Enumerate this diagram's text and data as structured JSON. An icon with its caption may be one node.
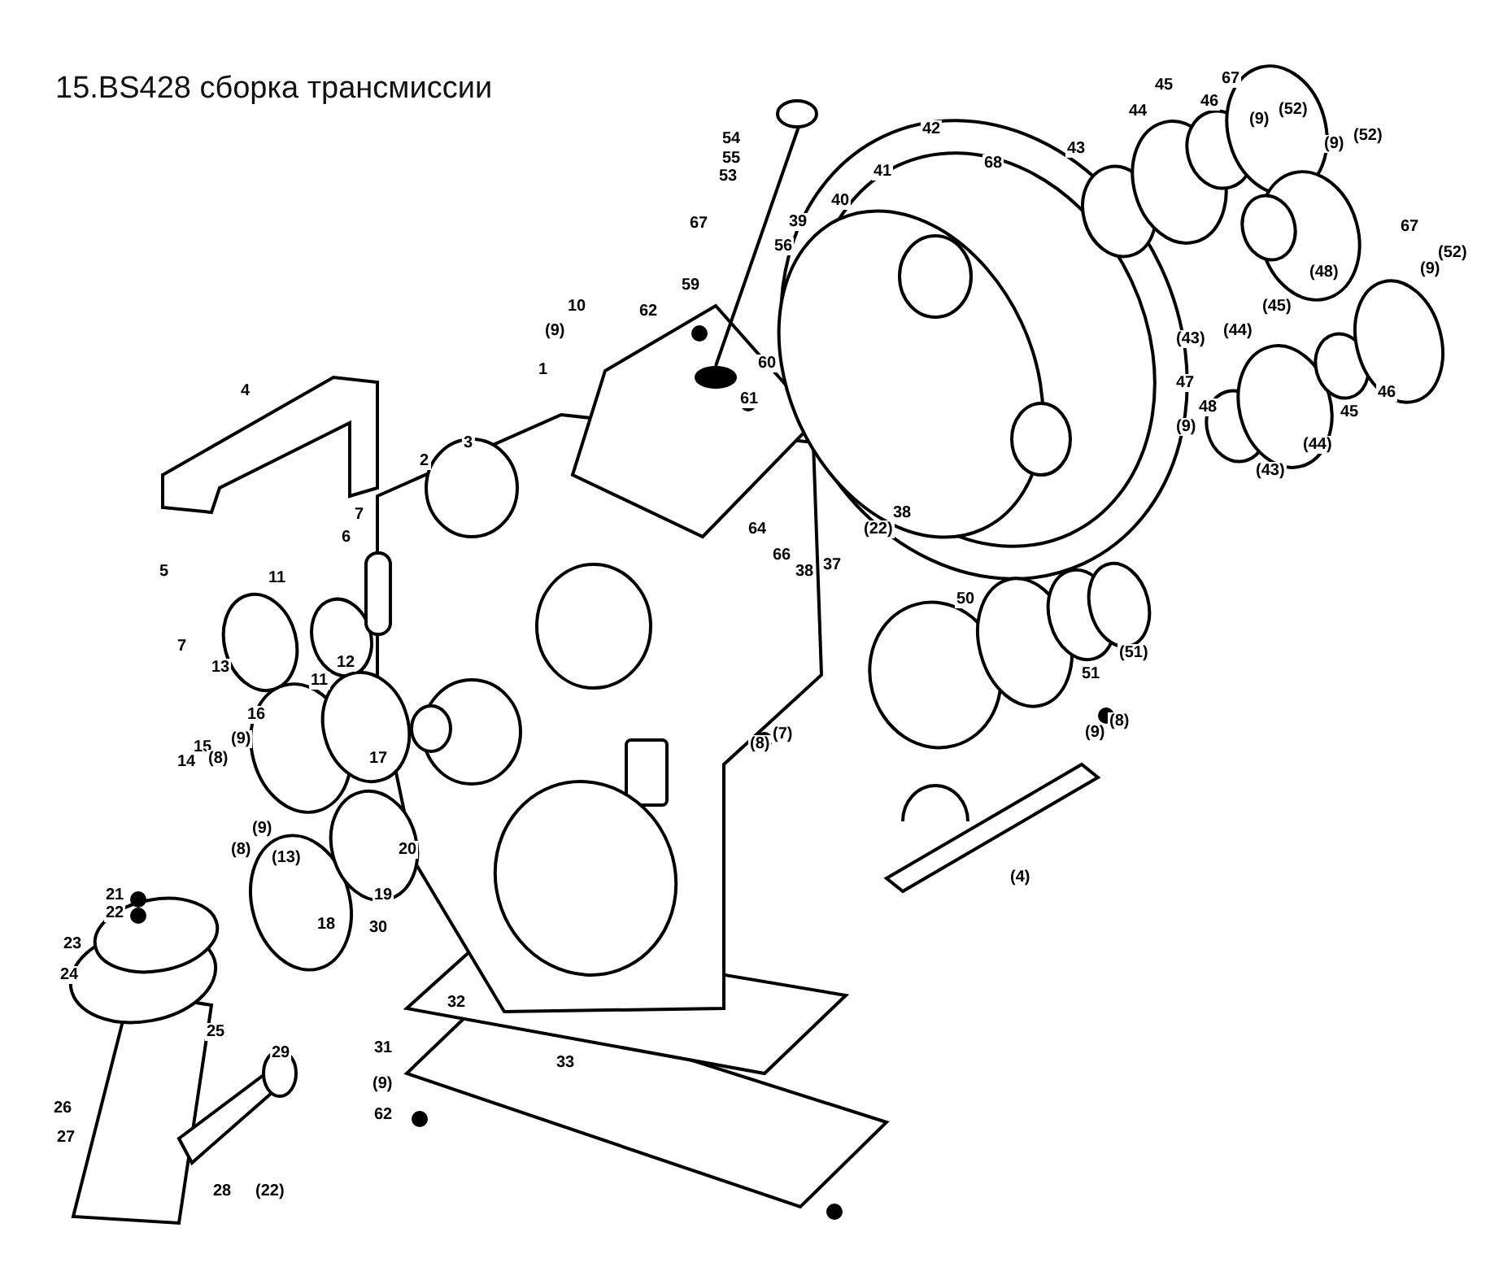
{
  "diagram": {
    "title": "15.BS428 сборка трансмиссии",
    "labels": [
      "54",
      "55",
      "53",
      "42",
      "68",
      "44",
      "45",
      "46",
      "67",
      "(9)",
      "(52)",
      "(9)",
      "(52)",
      "43",
      "41",
      "40",
      "67",
      "39",
      "56",
      "67",
      "(52)",
      "(9)",
      "(48)",
      "59",
      "(45)",
      "62",
      "10",
      "(9)",
      "(44)",
      "(43)",
      "60",
      "1",
      "47",
      "4",
      "61",
      "48",
      "(9)",
      "3",
      "(44)",
      "45",
      "46",
      "2",
      "(43)",
      "7",
      "38",
      "64",
      "(22)",
      "6",
      "66",
      "38",
      "37",
      "5",
      "11",
      "50",
      "(51)",
      "7",
      "13",
      "12",
      "11",
      "16",
      "51",
      "(8)",
      "(9)",
      "(7)",
      "(8)",
      "15",
      "(9)",
      "14",
      "(8)",
      "17",
      "(9)",
      "(8)",
      "(13)",
      "20",
      "19",
      "18",
      "21",
      "22",
      "30",
      "23",
      "24",
      "32",
      "25",
      "31",
      "29",
      "33",
      "(9)",
      "26",
      "62",
      "27",
      "28",
      "(22)",
      "(4)"
    ]
  }
}
